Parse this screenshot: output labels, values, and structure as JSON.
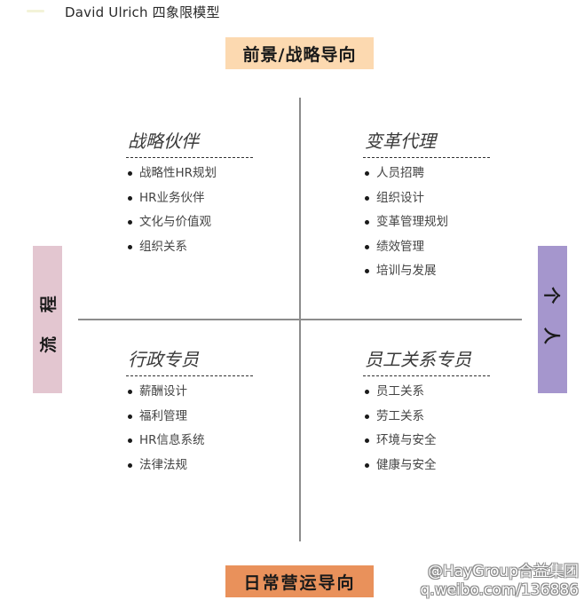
{
  "title": "David Ulrich 四象限模型",
  "axes": {
    "top": {
      "label": "前景/战略导向",
      "color": "#fcd9b0"
    },
    "bottom": {
      "label": "日常营运导向",
      "color": "#e9915b"
    },
    "left": {
      "label": "流 程",
      "color": "#e3c6d0"
    },
    "right": {
      "label": "个 人",
      "color": "#a596cd"
    }
  },
  "quadrants": [
    {
      "position": "top-left",
      "title": "战略伙伴",
      "items": [
        "战略性HR规划",
        "HR业务伙伴",
        "文化与价值观",
        "组织关系"
      ]
    },
    {
      "position": "top-right",
      "title": "变革代理",
      "items": [
        "人员招聘",
        "组织设计",
        "变革管理规划",
        "绩效管理",
        "培训与发展"
      ]
    },
    {
      "position": "bottom-left",
      "title": "行政专员",
      "items": [
        "薪酬设计",
        "福利管理",
        "HR信息系统",
        "法律法规"
      ]
    },
    {
      "position": "bottom-right",
      "title": "员工关系专员",
      "items": [
        "员工关系",
        "劳工关系",
        "环境与安全",
        "健康与安全"
      ]
    }
  ],
  "watermark": {
    "line1": "@HayGroup合益集团",
    "line2": "q.weibo.com/136886"
  }
}
